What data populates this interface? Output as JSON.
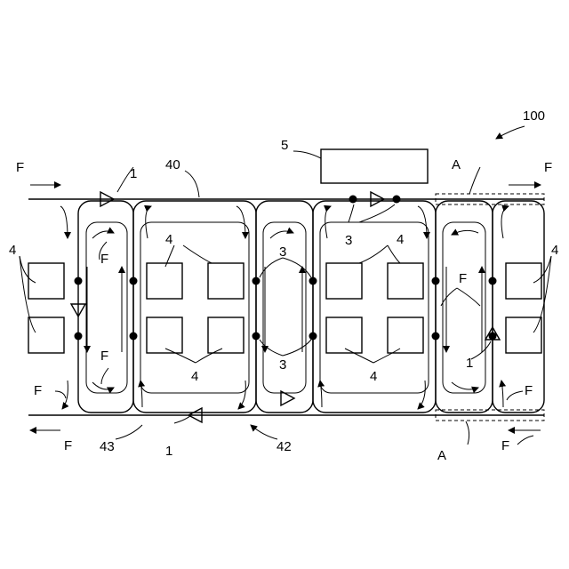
{
  "figure": {
    "reference_main": "100",
    "controller_label": "5",
    "line_label": "40",
    "region_label": "A",
    "flow_label": "F",
    "pump_label": "1",
    "valve_label": "3",
    "module_label": "4",
    "loop_labels": [
      "42",
      "43"
    ]
  },
  "colors": {
    "stroke": "#000000",
    "background": "#ffffff"
  }
}
